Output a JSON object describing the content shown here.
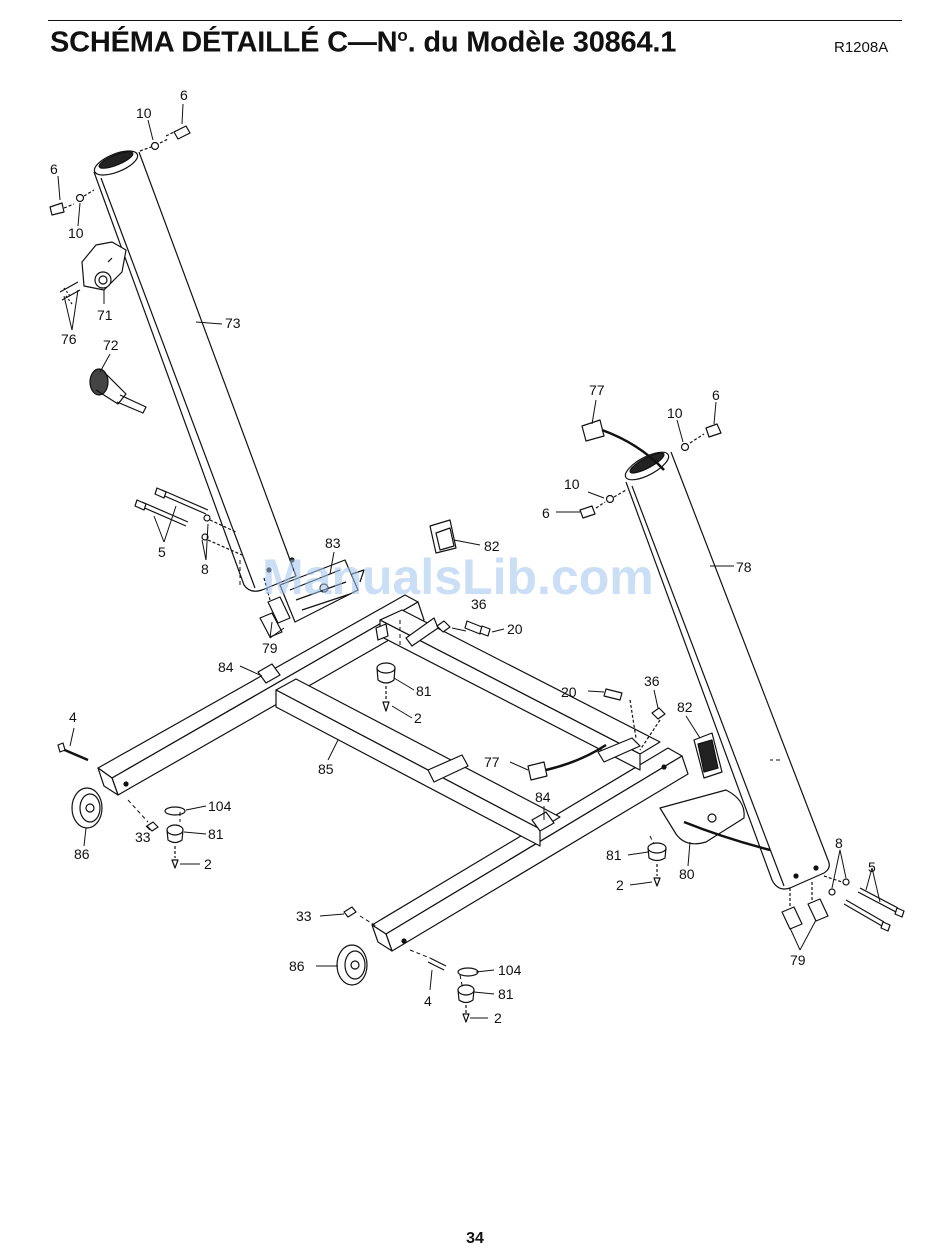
{
  "header": {
    "title_main": "SCHÉMA DÉTAILLÉ C—N",
    "title_sup": "o",
    "title_rest": ". du Modèle 30864.1",
    "code": "R1208A"
  },
  "watermark": "ManualsLib.com",
  "page_number": "34",
  "callouts": [
    {
      "id": "c1",
      "text": "6"
    },
    {
      "id": "c2",
      "text": "10"
    },
    {
      "id": "c3",
      "text": "6"
    },
    {
      "id": "c4",
      "text": "10"
    },
    {
      "id": "c5",
      "text": "71"
    },
    {
      "id": "c6",
      "text": "76"
    },
    {
      "id": "c7",
      "text": "73"
    },
    {
      "id": "c8",
      "text": "72"
    },
    {
      "id": "c9",
      "text": "5"
    },
    {
      "id": "c10",
      "text": "8"
    },
    {
      "id": "c11",
      "text": "83"
    },
    {
      "id": "c12",
      "text": "82"
    },
    {
      "id": "c13",
      "text": "79"
    },
    {
      "id": "c14",
      "text": "36"
    },
    {
      "id": "c15",
      "text": "20"
    },
    {
      "id": "c16",
      "text": "84"
    },
    {
      "id": "c17",
      "text": "81"
    },
    {
      "id": "c18",
      "text": "2"
    },
    {
      "id": "c19",
      "text": "4"
    },
    {
      "id": "c20",
      "text": "85"
    },
    {
      "id": "c21",
      "text": "104"
    },
    {
      "id": "c22",
      "text": "33"
    },
    {
      "id": "c23",
      "text": "81"
    },
    {
      "id": "c24",
      "text": "86"
    },
    {
      "id": "c25",
      "text": "2"
    },
    {
      "id": "c26",
      "text": "77"
    },
    {
      "id": "c27",
      "text": "10"
    },
    {
      "id": "c28",
      "text": "6"
    },
    {
      "id": "c29",
      "text": "10"
    },
    {
      "id": "c30",
      "text": "6"
    },
    {
      "id": "c31",
      "text": "78"
    },
    {
      "id": "c32",
      "text": "20"
    },
    {
      "id": "c33",
      "text": "36"
    },
    {
      "id": "c34",
      "text": "82"
    },
    {
      "id": "c35",
      "text": "77"
    },
    {
      "id": "c36",
      "text": "84"
    },
    {
      "id": "c37",
      "text": "81"
    },
    {
      "id": "c38",
      "text": "2"
    },
    {
      "id": "c39",
      "text": "80"
    },
    {
      "id": "c40",
      "text": "8"
    },
    {
      "id": "c41",
      "text": "5"
    },
    {
      "id": "c42",
      "text": "79"
    },
    {
      "id": "c43",
      "text": "33"
    },
    {
      "id": "c44",
      "text": "86"
    },
    {
      "id": "c45",
      "text": "4"
    },
    {
      "id": "c46",
      "text": "104"
    },
    {
      "id": "c47",
      "text": "81"
    },
    {
      "id": "c48",
      "text": "2"
    }
  ]
}
